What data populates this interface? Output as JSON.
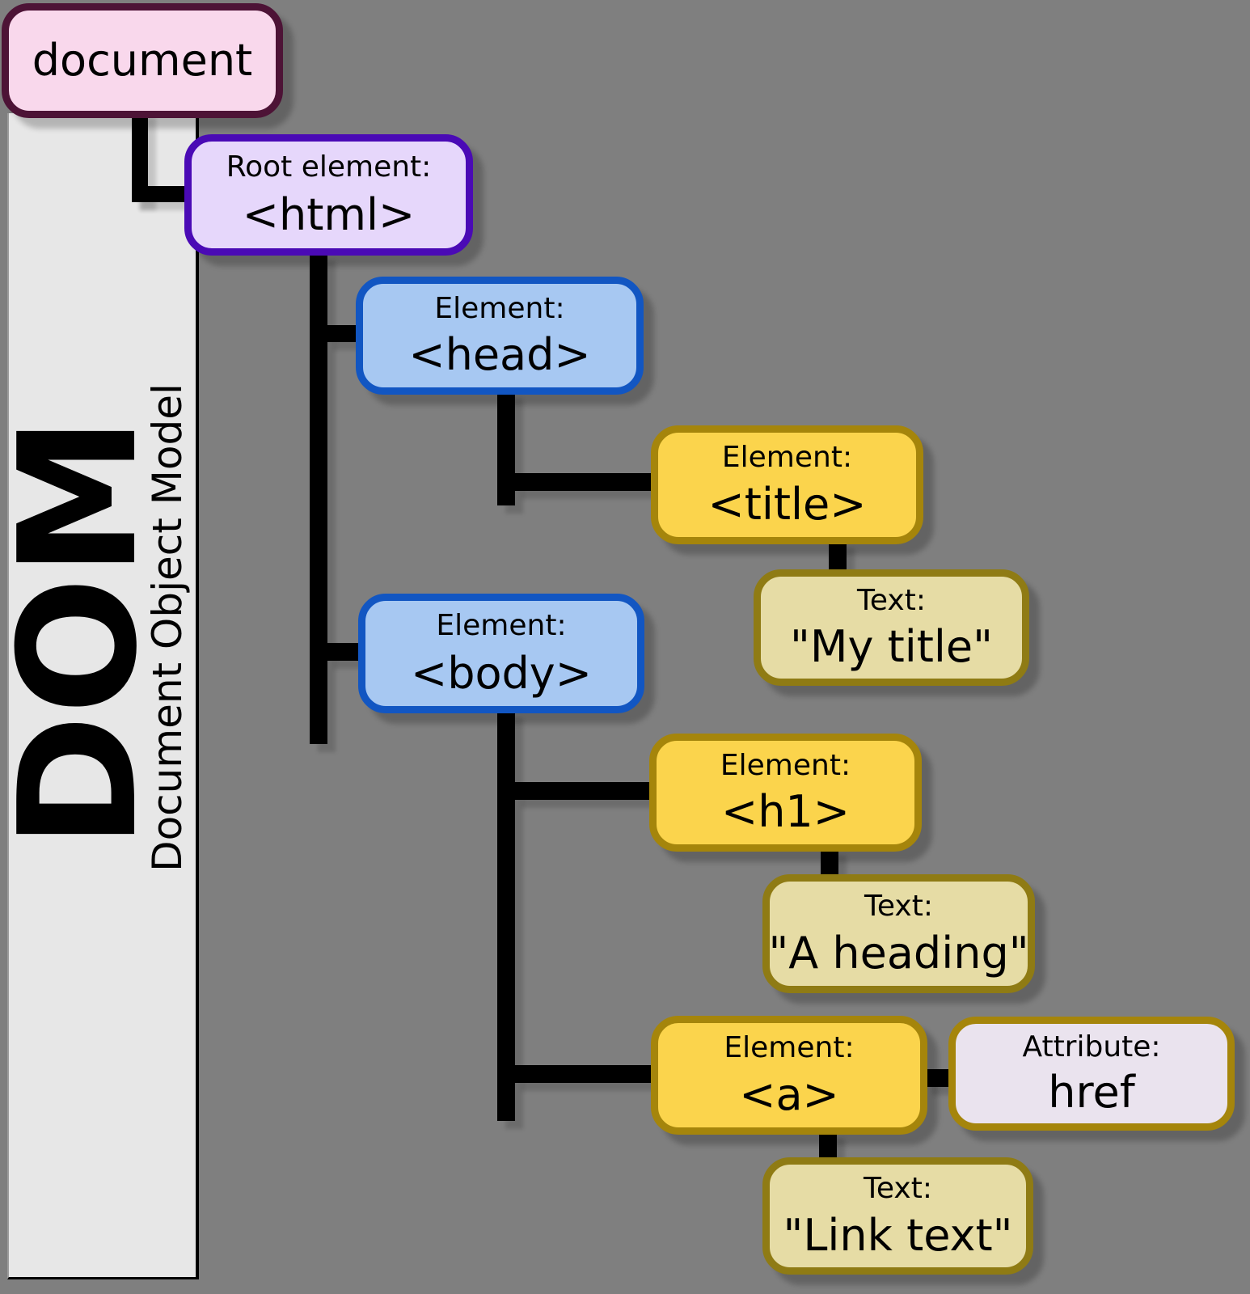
{
  "sidebar": {
    "acronym": "DOM",
    "full_name": "Document Object Model"
  },
  "nodes": {
    "document": {
      "value": "document"
    },
    "html": {
      "label": "Root element:",
      "value": "<html>"
    },
    "head": {
      "label": "Element:",
      "value": "<head>"
    },
    "title": {
      "label": "Element:",
      "value": "<title>"
    },
    "title_text": {
      "label": "Text:",
      "value": "\"My title\""
    },
    "body": {
      "label": "Element:",
      "value": "<body>"
    },
    "h1": {
      "label": "Element:",
      "value": "<h1>"
    },
    "h1_text": {
      "label": "Text:",
      "value": "\"A heading\""
    },
    "a": {
      "label": "Element:",
      "value": "<a>"
    },
    "href": {
      "label": "Attribute:",
      "value": "href"
    },
    "a_text": {
      "label": "Text:",
      "value": "\"Link text\""
    }
  },
  "colors": {
    "background": "#7f7f7f",
    "sidebar_fill": "#e7e7e7",
    "connector": "#000000",
    "document_fill": "#f9d8ec",
    "document_border": "#4d1336",
    "root_fill": "#e6d7fb",
    "root_border": "#4a0ab5",
    "element_blue_fill": "#a7c8f2",
    "element_blue_border": "#1256c2",
    "element_yellow_fill": "#fbd44c",
    "element_yellow_border": "#a5850b",
    "text_fill": "#e6dca5",
    "text_border": "#8f7b14",
    "attribute_fill": "#eae3ee",
    "attribute_border": "#a5850b"
  }
}
